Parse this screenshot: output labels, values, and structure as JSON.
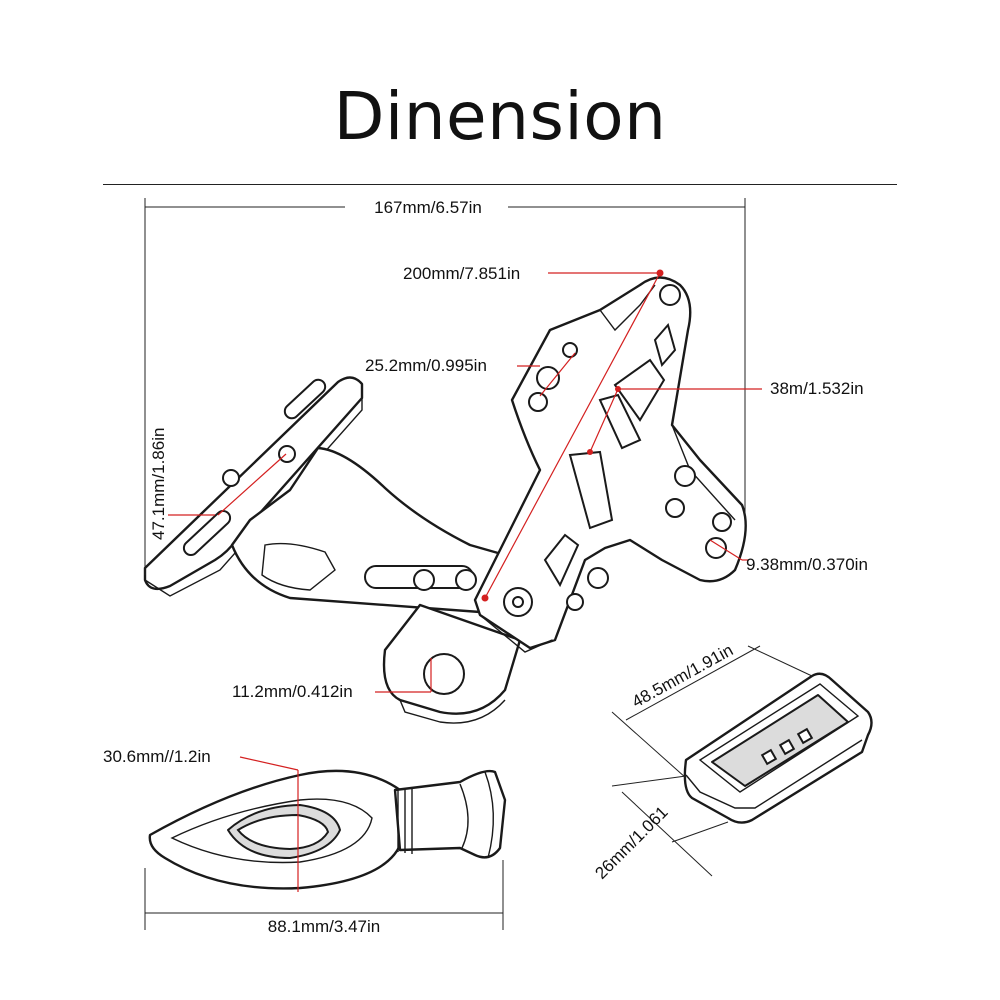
{
  "title": "Dinension",
  "dimensions": {
    "bracket_width": "167mm/6.57in",
    "bracket_length": "200mm/7.851in",
    "slot_size": "25.2mm/0.995in",
    "plate_width": "38m/1.532in",
    "plate_height": "47.1mm/1.86in",
    "hole_size": "9.38mm/0.370in",
    "mount_hole": "11.2mm/0.412in",
    "signal_height": "30.6mm//1.2in",
    "signal_length": "88.1mm/3.47in",
    "light_length": "48.5mm/1.91in",
    "light_height": "26mm/1.061"
  },
  "colors": {
    "leader": "#d42020",
    "outline": "#1a1a1a"
  }
}
